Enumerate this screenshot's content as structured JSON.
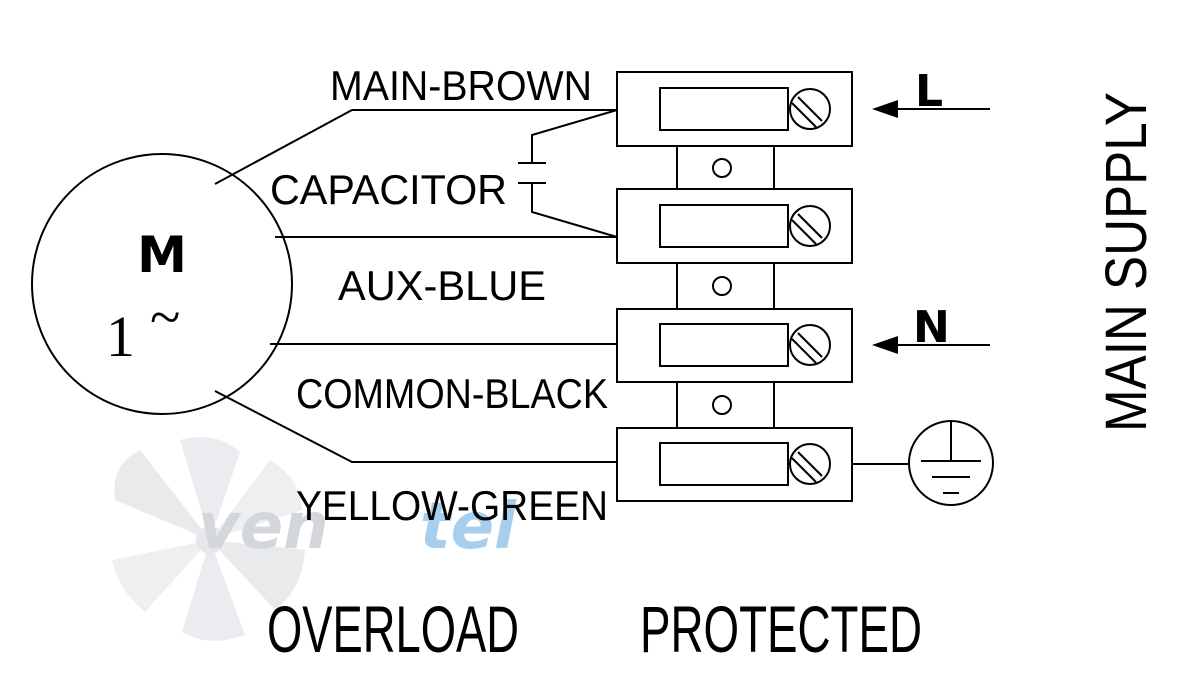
{
  "motor": {
    "letter": "M",
    "phase": "1",
    "tilde": "~"
  },
  "wires": {
    "main": "MAIN-BROWN",
    "capacitor": "CAPACITOR",
    "aux": "AUX-BLUE",
    "common": "COMMON-BLACK",
    "earth": "YELLOW-GREEN"
  },
  "supply": {
    "live": "L",
    "neutral": "N",
    "title": "MAIN SUPPLY"
  },
  "footer": {
    "left": "OVERLOAD",
    "right": "PROTECTED"
  },
  "watermark": {
    "brand_a": "ven",
    "brand_b": "tel",
    "color_gray": "#cfd3d8",
    "color_blue": "#9ec9ea"
  }
}
